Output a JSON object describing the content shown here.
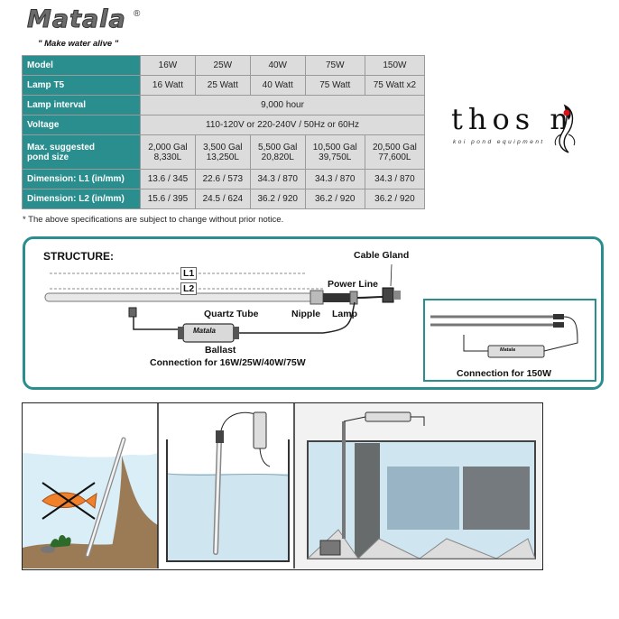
{
  "logo": {
    "brand": "Matala",
    "reg": "®",
    "tagline": "\" Make water alive \""
  },
  "spec_table": {
    "rows": [
      {
        "label": "Model",
        "cells": [
          "16W",
          "25W",
          "40W",
          "75W",
          "150W"
        ]
      },
      {
        "label": "Lamp T5",
        "cells": [
          "16 Watt",
          "25 Watt",
          "40 Watt",
          "75 Watt",
          "75 Watt x2"
        ]
      },
      {
        "label": "Lamp interval",
        "span": "9,000 hour"
      },
      {
        "label": "Voltage",
        "span": "110-120V or 220-240V / 50Hz or 60Hz"
      },
      {
        "label_line1": "Max. suggested",
        "label_line2": "pond size",
        "cells_line1": [
          "2,000 Gal",
          "3,500 Gal",
          "5,500 Gal",
          "10,500 Gal",
          "20,500 Gal"
        ],
        "cells_line2": [
          "8,330L",
          "13,250L",
          "20,820L",
          "39,750L",
          "77,600L"
        ]
      },
      {
        "label": "Dimension: L1  (in/mm)",
        "cells": [
          "13.6 / 345",
          "22.6 / 573",
          "34.3 / 870",
          "34.3 / 870",
          "34.3 / 870"
        ]
      },
      {
        "label": "Dimension: L2  (in/mm)",
        "cells": [
          "15.6 / 395",
          "24.5 / 624",
          "36.2 / 920",
          "36.2 / 920",
          "36.2 / 920"
        ]
      }
    ],
    "note": "* The above specifications are subject to change without prior notice."
  },
  "thosan": {
    "name": "thos n",
    "sub": "koi pond equipment"
  },
  "structure": {
    "title": "STRUCTURE:",
    "labels": {
      "l1": "L1",
      "l2": "L2",
      "cable_gland": "Cable Gland",
      "power_line": "Power Line",
      "quartz_tube": "Quartz Tube",
      "nipple": "Nipple",
      "lamp": "Lamp",
      "ballast": "Ballast",
      "ballast_brand": "Matala",
      "connection_small": "Connection for 16W/25W/40W/75W",
      "connection_150": "Connection for 150W",
      "small_brand": "Matala"
    }
  },
  "colors": {
    "teal": "#2a8d8e",
    "table_cell": "#dcdcdc",
    "water": "#cfe6f1",
    "soil": "#8a6a45"
  }
}
